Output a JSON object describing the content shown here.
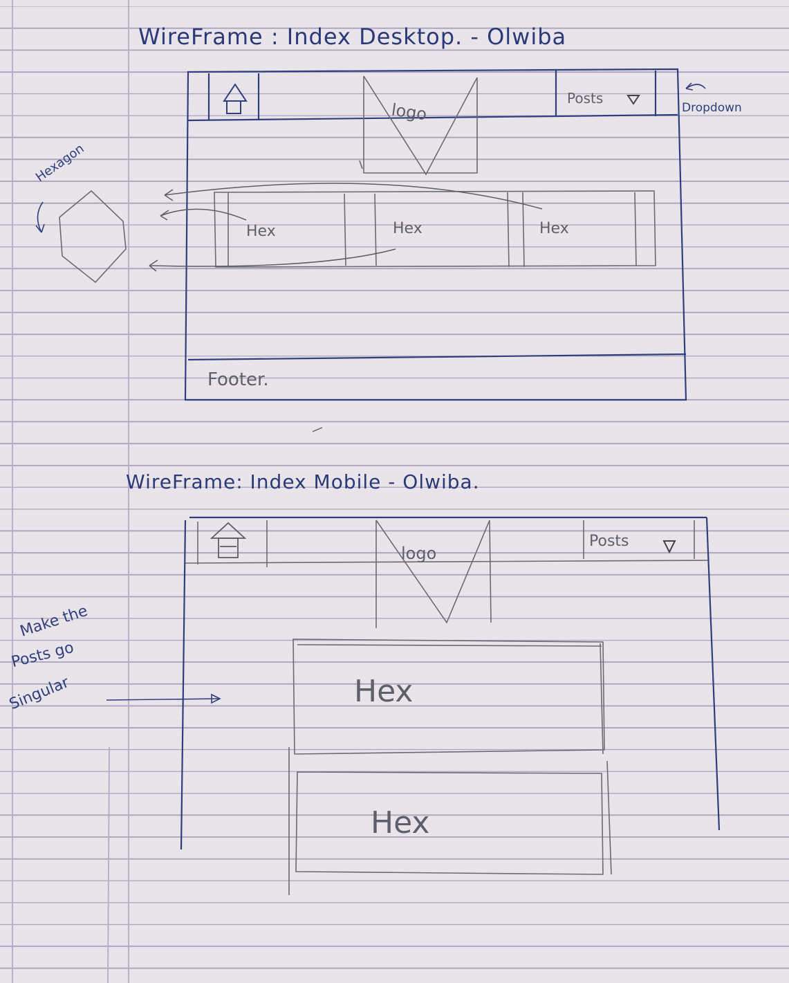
{
  "desktop": {
    "title": "WireFrame : Index Desktop. - Olwiba",
    "logo": "logo",
    "posts": "Posts",
    "dropdown_note": "Dropdown",
    "hexagon_note": "Hexagon",
    "hex_items": [
      "Hex",
      "Hex",
      "Hex"
    ],
    "footer": "Footer."
  },
  "mobile": {
    "title": "WireFrame: Index Mobile - Olwiba.",
    "logo": "logo",
    "posts": "Posts",
    "note_lines": [
      "Make the",
      "Posts go",
      "Singular"
    ],
    "hex_items": [
      "Hex",
      "Hex"
    ]
  },
  "colors": {
    "paper": "#e9e4ea",
    "rule": "#a9a3bd",
    "margin": "#b7b0c9",
    "blue_pen": "#2f3f7e",
    "pencil": "#6a6a72"
  },
  "icons": [
    "home-icon",
    "dropdown-arrow-icon",
    "hexagon-icon"
  ]
}
